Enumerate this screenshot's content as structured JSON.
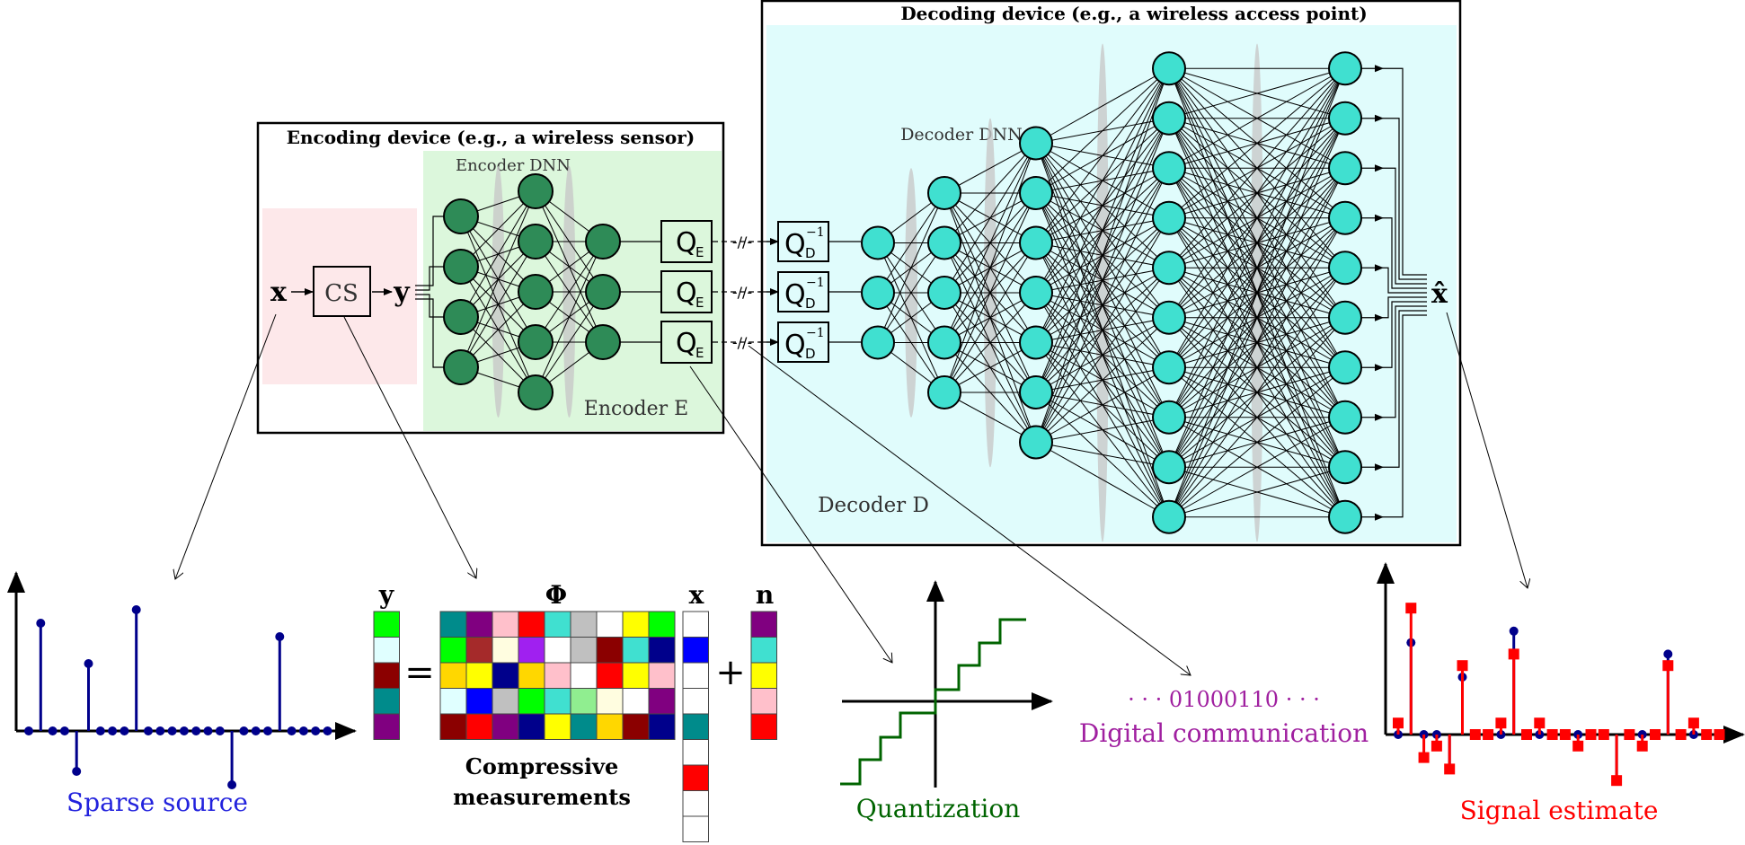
{
  "encoder_device": {
    "title_bold": "Encoding device",
    "title_rest": "(e.g., a wireless sensor)",
    "dnn_label": "Encoder DNN",
    "encoder_label": "Encoder E",
    "x_label": "x",
    "cs_label": "CS",
    "y_label": "y",
    "quantizer_label": "Q",
    "quantizer_sub": "E",
    "layers": [
      4,
      5,
      3
    ],
    "colors": {
      "node": "#2e8b57",
      "panel": "#dcf7dc",
      "cs_panel": "#fde8ea"
    }
  },
  "decoder_device": {
    "title_bold": "Decoding device",
    "title_rest": "(e.g., a wireless access point)",
    "dnn_label": "Decoder DNN",
    "decoder_label": "Decoder D",
    "dequantizer_label": "Q",
    "dequantizer_sub": "D",
    "dequantizer_sup": "−1",
    "xhat_label": "x̂",
    "channel_symbol": "-//-",
    "layers": [
      3,
      5,
      7,
      10,
      10
    ],
    "colors": {
      "node": "#40e0d0",
      "panel": "#e0fcfc"
    }
  },
  "sparse_source": {
    "label": "Sparse source",
    "color": "#00008b",
    "label_color": "#2222dd",
    "values": [
      0,
      0.8,
      0,
      0,
      -0.3,
      0.5,
      0,
      0,
      0,
      0.9,
      0,
      0,
      0,
      0,
      0,
      0,
      0,
      -0.4,
      0,
      0,
      0,
      0.7,
      0,
      0,
      0,
      0
    ]
  },
  "measurement_eq": {
    "y_label": "y",
    "phi_label": "Φ",
    "x_label": "x",
    "n_label": "n",
    "equals": "=",
    "plus": "+",
    "caption_line1": "Compressive",
    "caption_line2": "measurements",
    "y_colors": [
      "#00ff00",
      "#e0ffff",
      "#8b0000",
      "#008b8b",
      "#800080"
    ],
    "phi_colors": [
      [
        "#008b8b",
        "#800080",
        "#ffc0cb",
        "#ff0000",
        "#40e0d0",
        "#c0c0c0",
        "#ffffff",
        "#ffff00",
        "#00ff00"
      ],
      [
        "#00ff00",
        "#a52a2a",
        "#fffde0",
        "#a020f0",
        "#ffffff",
        "#c0c0c0",
        "#8b0000",
        "#40e0d0",
        "#00008b"
      ],
      [
        "#ffd700",
        "#ffff00",
        "#00008b",
        "#ffd700",
        "#ffc0cb",
        "#ffffff",
        "#ff0000",
        "#ffff00",
        "#ffc0cb"
      ],
      [
        "#e0ffff",
        "#0000ff",
        "#c0c0c0",
        "#00ff00",
        "#40e0d0",
        "#90ee90",
        "#fffde0",
        "#ffffff",
        "#800080"
      ],
      [
        "#8b0000",
        "#ff0000",
        "#800080",
        "#00008b",
        "#ffff00",
        "#008b8b",
        "#ffd700",
        "#8b0000",
        "#00008b"
      ]
    ],
    "x_colors": [
      "#ffffff",
      "#0000ff",
      "#ffffff",
      "#ffffff",
      "#008b8b",
      "#ffffff",
      "#ff0000",
      "#ffffff",
      "#ffffff"
    ],
    "n_colors": [
      "#800080",
      "#40e0d0",
      "#ffff00",
      "#ffc0cb",
      "#ff0000"
    ]
  },
  "quantization": {
    "label": "Quantization",
    "color": "#006400"
  },
  "digital_comm": {
    "bits": "· · · 01000110 · · ·",
    "label": "Digital communication",
    "color": "#a020a0"
  },
  "signal_estimate": {
    "label": "Signal estimate",
    "estimate_color": "#ff0000",
    "true_color": "#00008b",
    "true_values": [
      0,
      0.8,
      0,
      0,
      -0.3,
      0.5,
      0,
      0,
      0,
      0.9,
      0,
      0,
      0,
      0,
      0,
      0,
      0,
      -0.4,
      0,
      0,
      0,
      0.7,
      0,
      0,
      0,
      0
    ],
    "estimate_values": [
      0.1,
      1.1,
      -0.2,
      -0.1,
      -0.3,
      0.6,
      0,
      0,
      0.1,
      0.7,
      0,
      0.1,
      0,
      0,
      -0.1,
      0,
      0,
      -0.4,
      0,
      -0.1,
      0,
      0.6,
      0,
      0.1,
      0,
      0
    ]
  }
}
